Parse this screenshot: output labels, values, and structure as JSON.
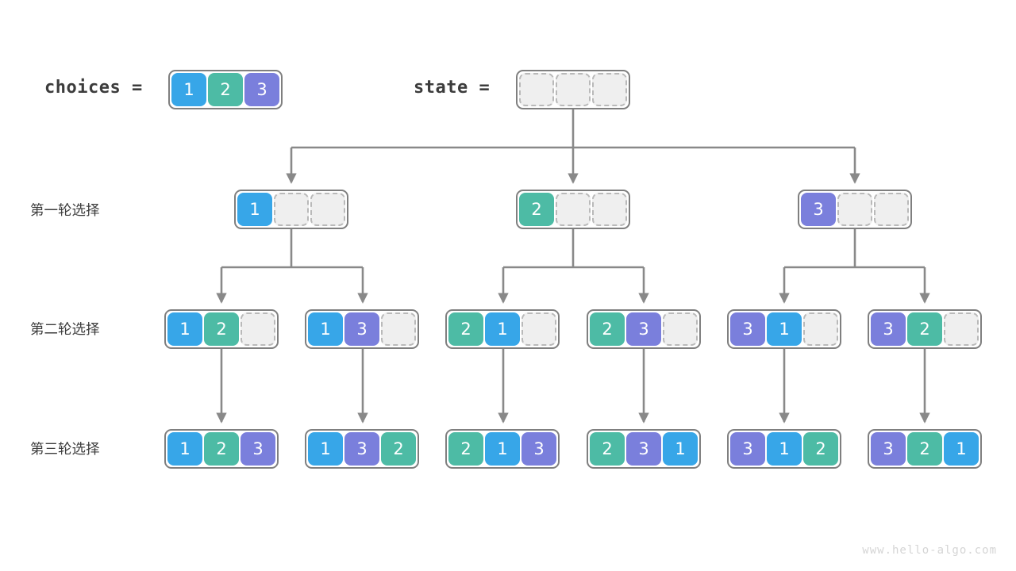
{
  "diagram": {
    "title": "Permutation backtracking tree",
    "watermark": "www.hello-algo.com",
    "colors": {
      "value_1": "#37a6e8",
      "value_2": "#4dbba5",
      "value_3": "#7a7fdc",
      "empty_cell": "#efefef",
      "box_border": "#7f7f7f",
      "connector": "#898989",
      "text": "#3c3c3c"
    }
  },
  "header": {
    "choices_label": "choices =",
    "choices_values": [
      "1",
      "2",
      "3"
    ],
    "state_label": "state =",
    "state_values": [
      "",
      "",
      ""
    ]
  },
  "row_labels": [
    {
      "text": "第一轮选择"
    },
    {
      "text": "第二轮选择"
    },
    {
      "text": "第三轮选择"
    }
  ],
  "levels": [
    {
      "name": "round-1",
      "label": "第一轮选择",
      "nodes": [
        {
          "values": [
            "1",
            "",
            ""
          ]
        },
        {
          "values": [
            "2",
            "",
            ""
          ]
        },
        {
          "values": [
            "3",
            "",
            ""
          ]
        }
      ]
    },
    {
      "name": "round-2",
      "label": "第二轮选择",
      "nodes": [
        {
          "values": [
            "1",
            "2",
            ""
          ]
        },
        {
          "values": [
            "1",
            "3",
            ""
          ]
        },
        {
          "values": [
            "2",
            "1",
            ""
          ]
        },
        {
          "values": [
            "2",
            "3",
            ""
          ]
        },
        {
          "values": [
            "3",
            "1",
            ""
          ]
        },
        {
          "values": [
            "3",
            "2",
            ""
          ]
        }
      ]
    },
    {
      "name": "round-3",
      "label": "第三轮选择",
      "nodes": [
        {
          "values": [
            "1",
            "2",
            "3"
          ]
        },
        {
          "values": [
            "1",
            "3",
            "2"
          ]
        },
        {
          "values": [
            "2",
            "1",
            "3"
          ]
        },
        {
          "values": [
            "2",
            "3",
            "1"
          ]
        },
        {
          "values": [
            "3",
            "1",
            "2"
          ]
        },
        {
          "values": [
            "3",
            "2",
            "1"
          ]
        }
      ]
    }
  ]
}
